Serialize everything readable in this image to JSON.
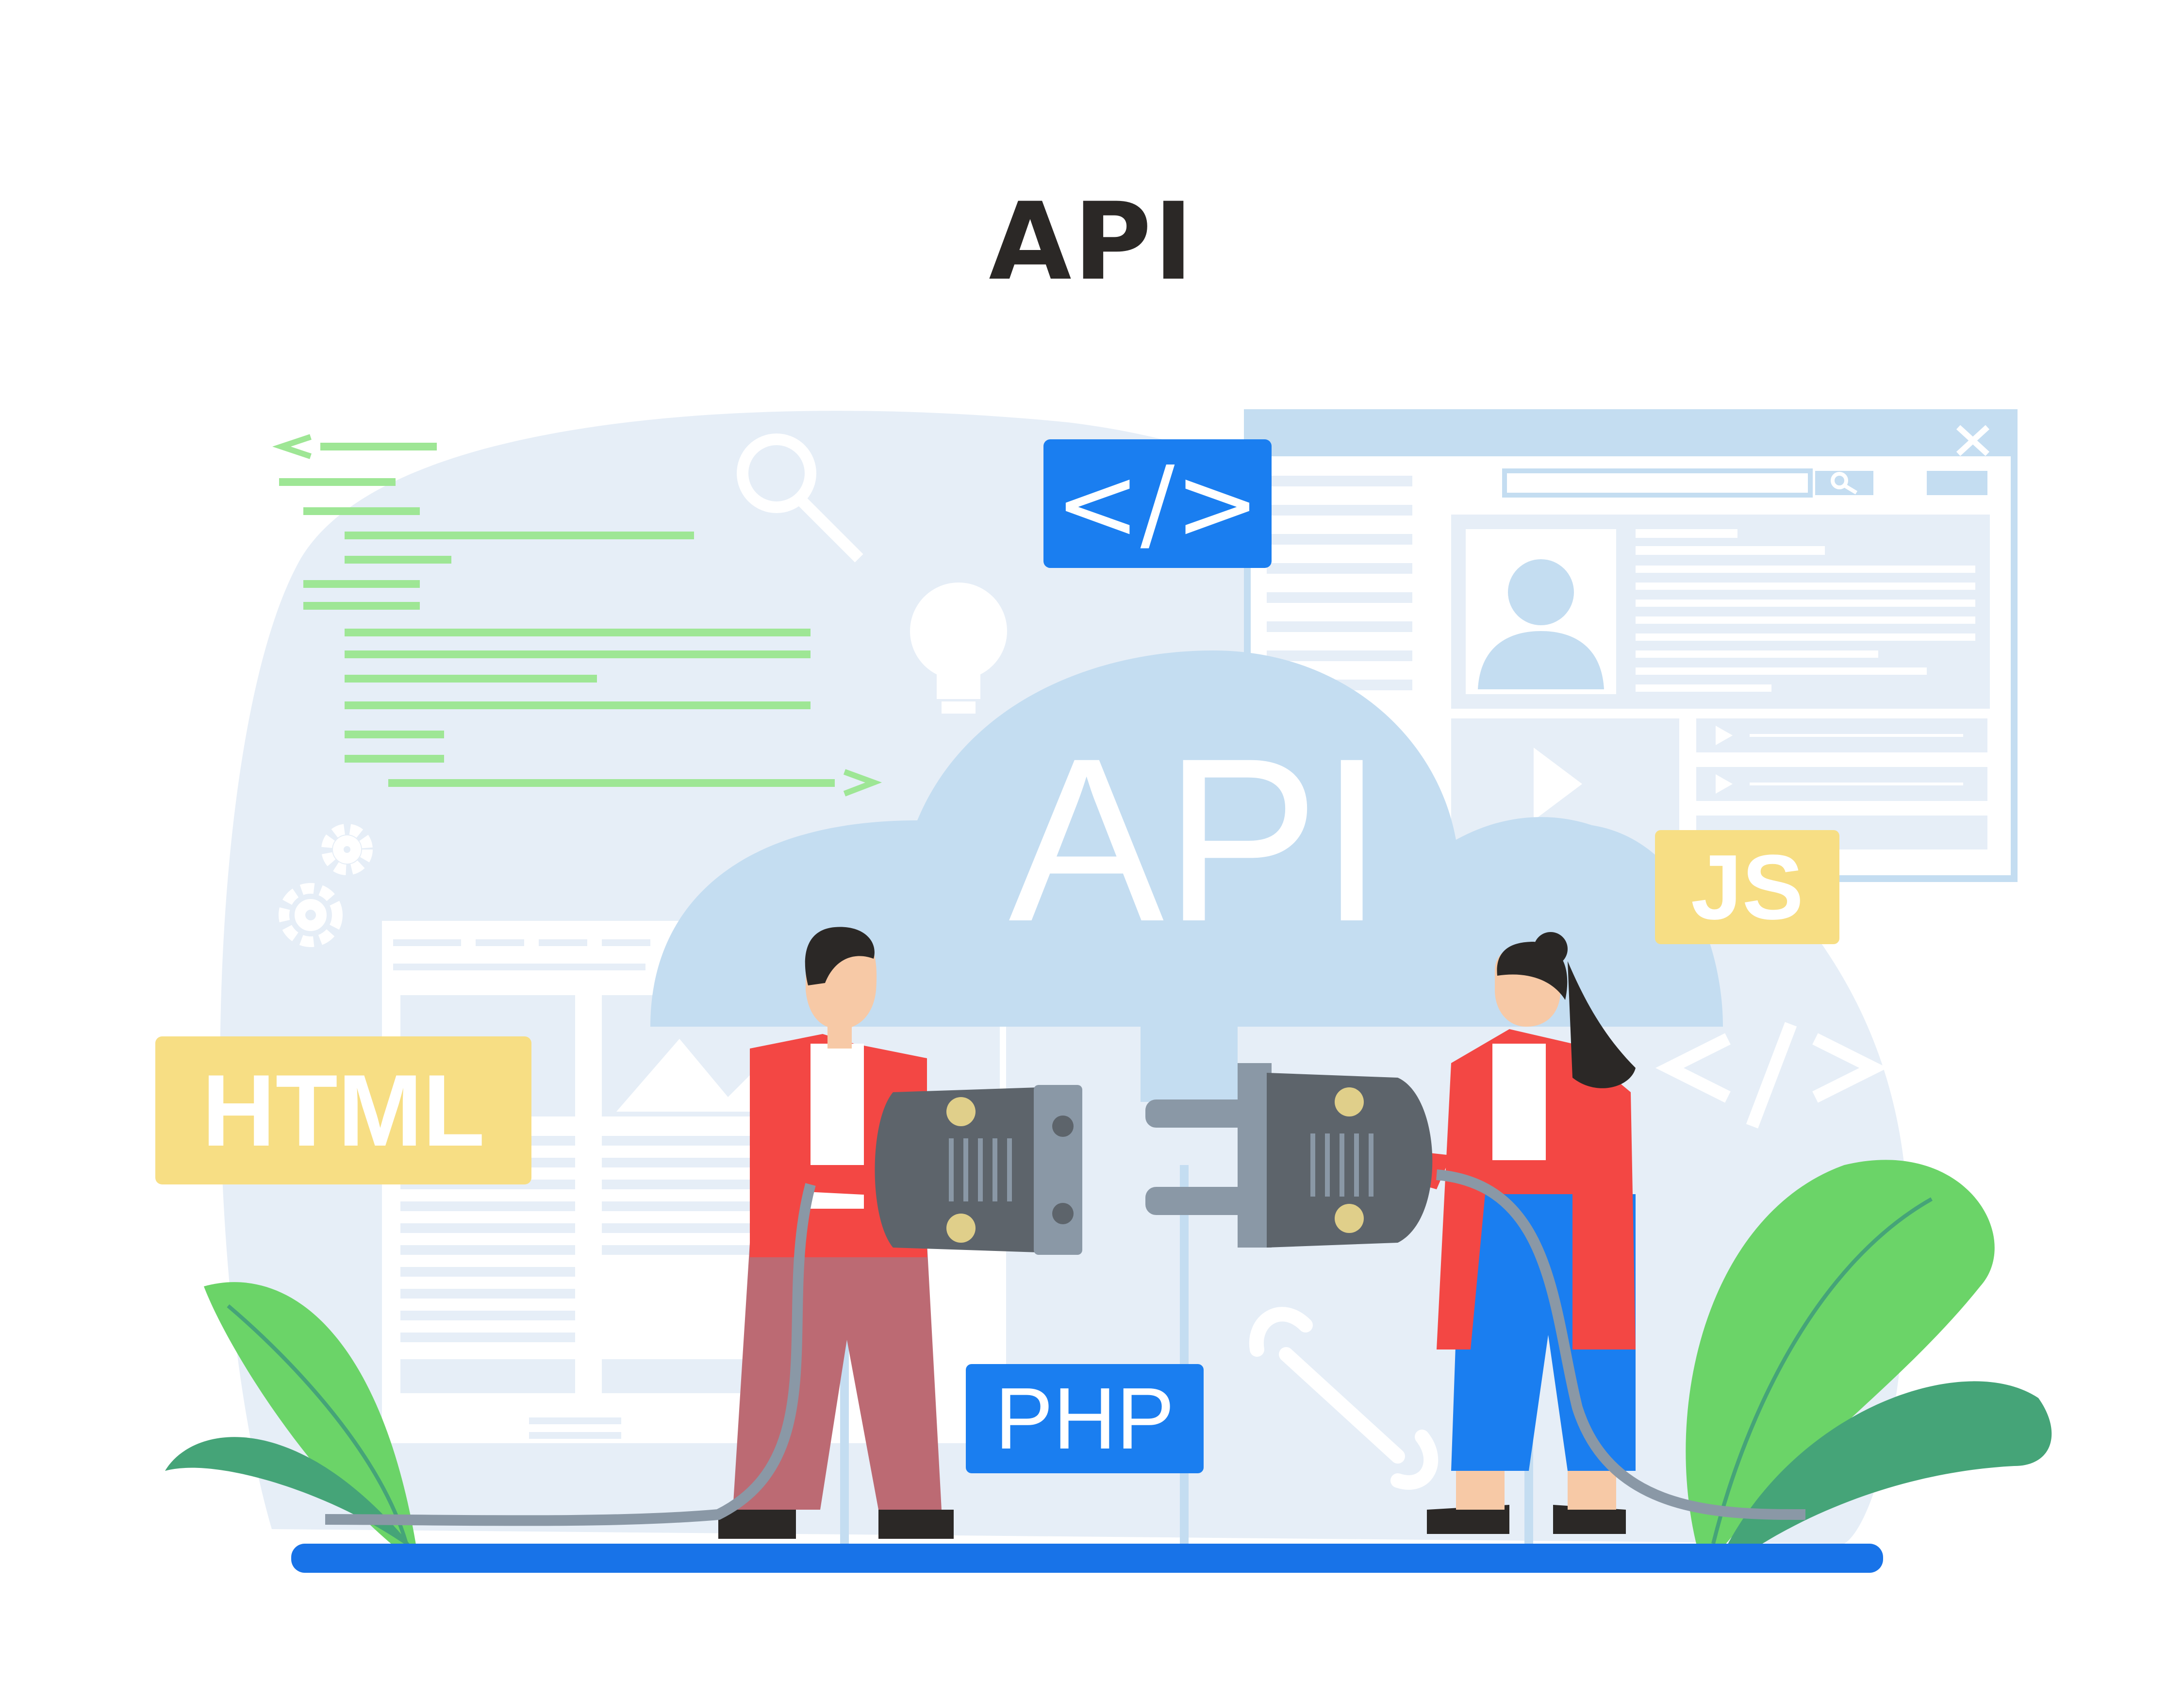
{
  "title": "API",
  "cloud_label": "API",
  "tags": {
    "html": "HTML",
    "js": "JS",
    "php": "PHP",
    "code": "</>"
  },
  "colors": {
    "background": "#ffffff",
    "title": "#2b2826",
    "panel_light": "#e6eef7",
    "cloud": "#c4ddf1",
    "code_green": "#9ee695",
    "tag_yellow": "#f7de84",
    "tag_blue": "#1a7ef0",
    "leaf_light": "#6bd468",
    "leaf_dark": "#45a478",
    "floor": "#1873e8",
    "jacket_red": "#f34744"
  },
  "icons": [
    "magnifier-icon",
    "lightbulb-icon",
    "gear-icon",
    "wrench-icon",
    "close-icon",
    "user-avatar-icon",
    "play-icon"
  ]
}
